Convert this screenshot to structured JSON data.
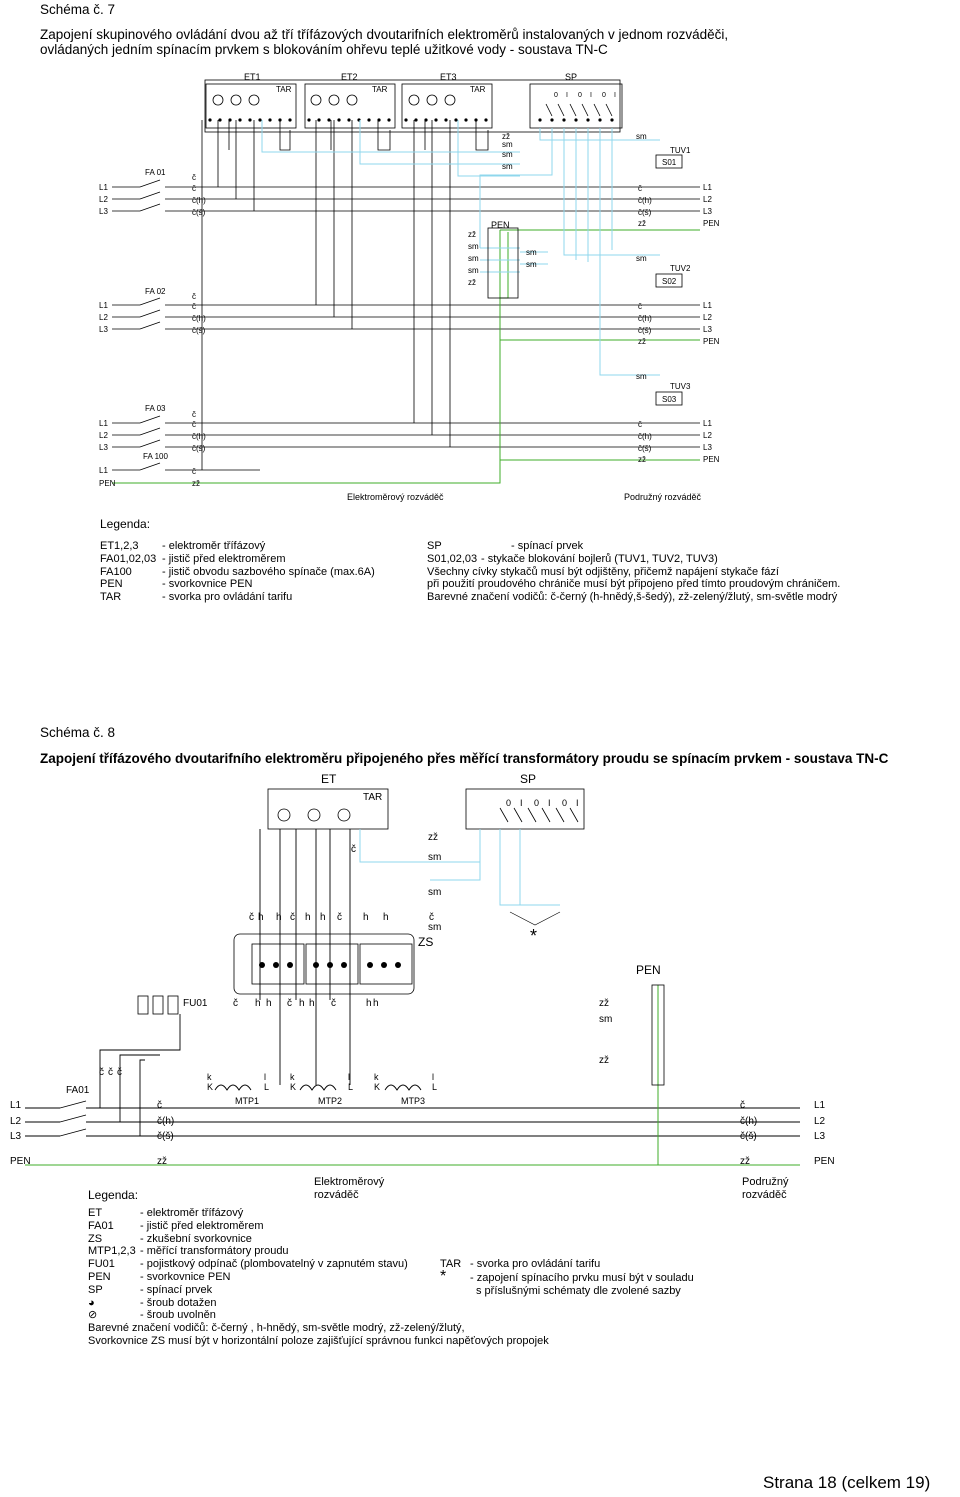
{
  "page": {
    "schema7_label": "Schéma č. 7",
    "schema7_title_line1": "Zapojení skupinového ovládání dvou až tří třífázových dvoutarifních elektroměrů instalovaných v jednom rozváděči,",
    "schema7_title_line2": "ovládaných jedním spínacím prvkem s blokováním ohřevu teplé užitkové vody - soustava TN-C",
    "schema8_label": "Schéma č. 8",
    "schema8_title": "Zapojení třífázového dvoutarifního elektroměru připojeného přes měřící transformátory proudu se spínacím prvkem - soustava TN-C",
    "footer": "Strana 18 (celkem 19)"
  },
  "d7": {
    "et1": "ET1",
    "et2": "ET2",
    "et3": "ET3",
    "sp": "SP",
    "tar": "TAR",
    "sp_positions": [
      "0",
      "I",
      "0",
      "I",
      "0",
      "I"
    ],
    "fa01": "FA 01",
    "fa02": "FA 02",
    "fa03": "FA 03",
    "fa100": "FA 100",
    "s01": "S01",
    "s02": "S02",
    "s03": "S03",
    "tuv1": "TUV1",
    "tuv2": "TUV2",
    "tuv3": "TUV3",
    "pen": "PEN",
    "l1": "L1",
    "l2": "L2",
    "l3": "L3",
    "c": "č",
    "ch": "č(h)",
    "cs": "č(š)",
    "zz": "zž",
    "sm": "sm",
    "elektromerovy": "Elektroměrový rozváděč",
    "podruzny": "Podružný rozváděč"
  },
  "legend7": {
    "title": "Legenda:",
    "left": [
      {
        "k": "ET1,2,3",
        "v": "- elektroměr třífázový"
      },
      {
        "k": "FA01,02,03",
        "v": "- jistič před elektroměrem"
      },
      {
        "k": "FA100",
        "v": "- jistič obvodu sazbového spínače (max.6A)"
      },
      {
        "k": "PEN",
        "v": "- svorkovnice PEN"
      },
      {
        "k": "TAR",
        "v": "- svorka pro ovládání tarifu"
      }
    ],
    "right": [
      {
        "k": "SP",
        "v": "- spínací prvek"
      },
      {
        "k": "S01,02,03",
        "v": "- stykače blokování bojlerů (TUV1, TUV2, TUV3)"
      },
      {
        "k": "",
        "v": "Všechny cívky stykačů musí být odjištěny, přičemž napájení stykače fází"
      },
      {
        "k": "",
        "v": "při použití proudového chrániče musí být připojeno před tímto proudovým chráničem."
      },
      {
        "k": "",
        "v": "Barevné značení vodičů: č-černý (h-hnědý,š-šedý), zž-zelený/žlutý, sm-světle modrý"
      }
    ]
  },
  "d8": {
    "et": "ET",
    "sp": "SP",
    "tar": "TAR",
    "sp_positions": [
      "0",
      "I",
      "0",
      "I",
      "0",
      "I"
    ],
    "zs": "ZS",
    "fu01": "FU01",
    "fa01": "FA01",
    "mtp1": "MTP1",
    "mtp2": "MTP2",
    "mtp3": "MTP3",
    "k": "k",
    "l": "l",
    "K": "K",
    "L": "L",
    "star": "*",
    "pen": "PEN",
    "l1": "L1",
    "l2": "L2",
    "l3": "L3",
    "c": "č",
    "h": "h",
    "ch": "č(h)",
    "cs": "č(š)",
    "zz": "zž",
    "sm": "sm",
    "elektromerovy_1": "Elektroměrový",
    "elektromerovy_2": "rozváděč",
    "podruzny_1": "Podružný",
    "podruzny_2": "rozváděč"
  },
  "legend8": {
    "title": "Legenda:",
    "rows": [
      {
        "k": "ET",
        "v": "- elektroměr třífázový"
      },
      {
        "k": "FA01",
        "v": "- jistič před elektroměrem"
      },
      {
        "k": "ZS",
        "v": "- zkušební svorkovnice"
      },
      {
        "k": "MTP1,2,3",
        "v": "- měřící transformátory proudu"
      },
      {
        "k": "FU01",
        "v": "- pojistkový odpínač (plombovatelný v zapnutém stavu)"
      },
      {
        "k": "PEN",
        "v": "- svorkovnice PEN"
      },
      {
        "k": "SP",
        "v": "- spínací prvek"
      },
      {
        "k": "",
        "v": "- šroub dotažen"
      },
      {
        "k": "",
        "v": "- šroub uvolněn"
      }
    ],
    "tar_k": "TAR",
    "tar_v": "- svorka pro ovládání tarifu",
    "star_k": "*",
    "star_v1": "- zapojení spínacího prvku musí být v souladu",
    "star_v2": "s příslušnými schématy dle zvolené sazby",
    "colors": "Barevné značení vodičů: č-černý , h-hnědý, sm-světle modrý, zž-zelený/žlutý,",
    "zs_note": "Svorkovnice ZS musí být v horizontální poloze zajišťující správnou funkci napěťových propojek"
  },
  "colors": {
    "black": "#000000",
    "light_blue": "#8fd7ec",
    "green": "#3fae2a",
    "grey": "#555555"
  }
}
